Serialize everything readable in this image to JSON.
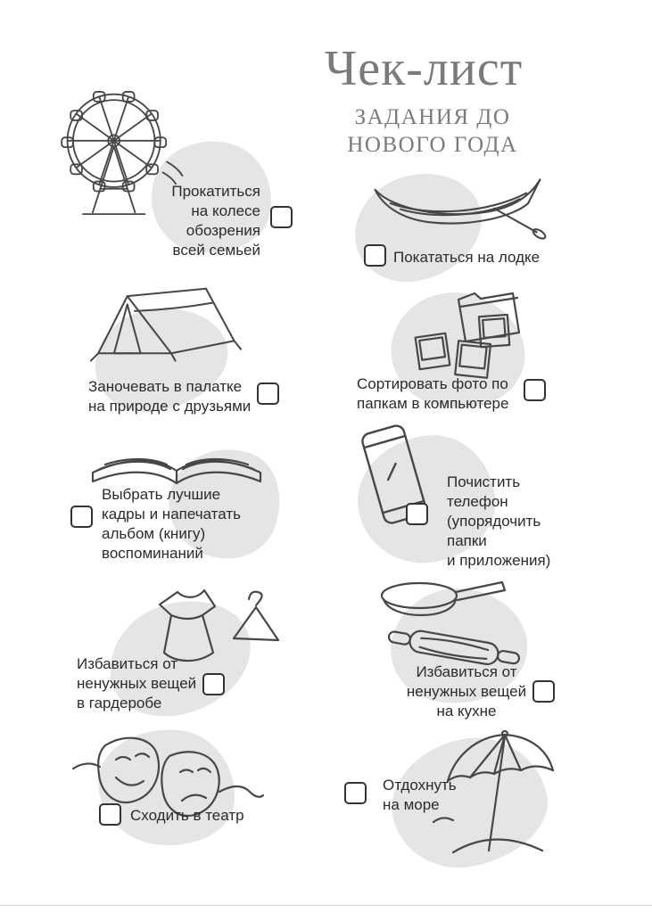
{
  "header": {
    "title": "Чек-лист",
    "subtitle": "ЗАДАНИЯ ДО\nНОВОГО ГОДА"
  },
  "items": [
    {
      "icon": "ferris-wheel-icon",
      "label": "Прокатиться\nна колесе\nобозрения\nвсей семьей",
      "checked": false
    },
    {
      "icon": "tent-icon",
      "label": "Заночевать в палатке\nна природе с друзьями",
      "checked": false
    },
    {
      "icon": "open-book-icon",
      "label": "Выбрать лучшие\nкадры и напечатать\nальбом (книгу)\nвоспоминаний",
      "checked": false
    },
    {
      "icon": "clothes-hanger-icon",
      "label": "Избавиться от\nненужных вещей\nв гардеробе",
      "checked": false
    },
    {
      "icon": "theater-masks-icon",
      "label": "Сходить в театр",
      "checked": false
    },
    {
      "icon": "rowboat-icon",
      "label": "Покататься на лодке",
      "checked": false
    },
    {
      "icon": "photos-folder-icon",
      "label": "Сортировать фото по\nпапкам в компьютере",
      "checked": false
    },
    {
      "icon": "smartphone-icon",
      "label": "Почистить\nтелефон\n(упорядочить\nпапки\nи приложения)",
      "checked": false
    },
    {
      "icon": "pan-rolling-pin-icon",
      "label": "Избавиться от\nненужных вещей\nна кухне",
      "checked": false
    },
    {
      "icon": "beach-umbrella-icon",
      "label": "Отдохнуть\nна море",
      "checked": false
    }
  ],
  "colors": {
    "title_gray": "#7a7a7a",
    "text": "#2b2b2b",
    "blob_gray": "#e5e5e5",
    "line_art": "#474747",
    "checkbox_border": "#333333"
  }
}
